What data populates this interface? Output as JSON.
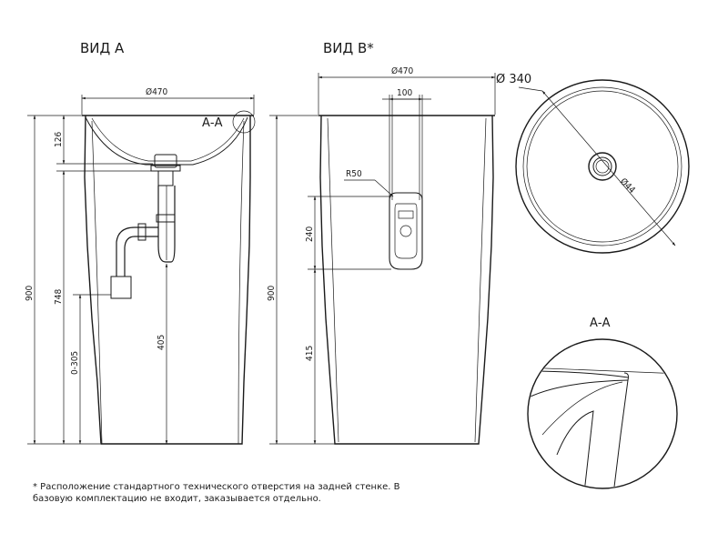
{
  "views": {
    "view_a": {
      "title": "ВИД А"
    },
    "view_b": {
      "title": "ВИД В*"
    },
    "section": {
      "title": "А-А"
    }
  },
  "view_a": {
    "section_marker": "А-А",
    "dims": {
      "top_width": "Ø470",
      "bowl_depth": "126",
      "height": "900",
      "drain_height": "748",
      "wall_outlet": "0-305",
      "siphon_height": "405"
    }
  },
  "view_b": {
    "dims": {
      "top_width": "Ø470",
      "opening_width": "100",
      "radius": "R50",
      "opening_height": "240",
      "height": "900",
      "bottom_offset": "415"
    }
  },
  "top_view": {
    "dims": {
      "bowl_diameter": "Ø 340",
      "drain_diameter": "Ø44"
    }
  },
  "footnote": {
    "line1": "* Расположение стандартного технического отверстия на задней стенке. В",
    "line2": "базовую комплектацию не входит, заказывается отдельно."
  }
}
